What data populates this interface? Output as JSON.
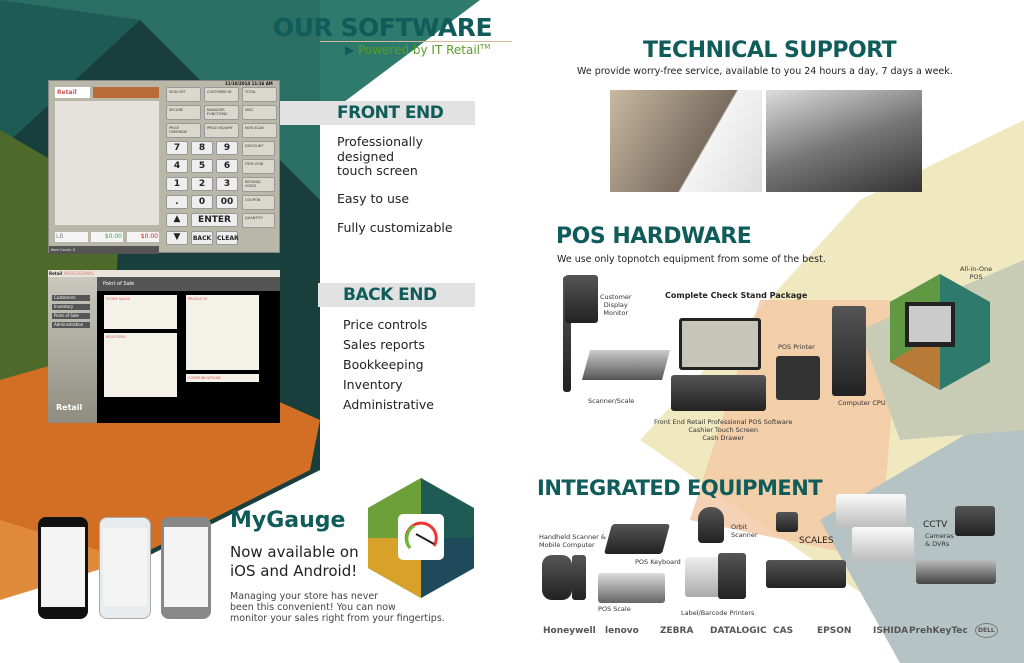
{
  "software": {
    "title": "OUR SOFTWARE",
    "powered_by": "Powered by IT Retail",
    "trademark": "TM"
  },
  "front_end": {
    "title": "FRONT END",
    "items": [
      "Professionally",
      "designed",
      "touch screen",
      "Easy to use",
      "Fully customizable"
    ]
  },
  "back_end": {
    "title": "BACK END",
    "items": [
      "Price controls",
      "Sales reports",
      "Bookkeeping",
      "Inventory",
      "Administrative"
    ]
  },
  "pos_screen": {
    "logo": "Retail",
    "keys": [
      "7",
      "8",
      "9",
      "4",
      "5",
      "6",
      "1",
      "2",
      "3",
      ".",
      "0",
      "00"
    ],
    "enter": "ENTER",
    "back": "BACK",
    "clear": "CLEAR",
    "unit": "LB",
    "savings": "$0.00",
    "total": "$0.00",
    "datetime": "11/10/2014 11:16 AM",
    "item_count": "Item Count: 0",
    "function_keys": [
      "SIGN OFF",
      "CUSTOMER ID",
      "TOTAL",
      "SECURE",
      "MANAGER FUNCTIONS",
      "MISC",
      "PRICE OVERRIDE",
      "PRICE INQUIRY",
      "NON SCAN",
      "DISCOUNT",
      "ITEM VOID",
      "REFUND/ VOIDS",
      "COUPON",
      "QUANTITY"
    ]
  },
  "back_office": {
    "brand": "Retail",
    "brand_suffix": "PROFESSIONAL",
    "header": "Point of Sale",
    "nav": [
      "Customers",
      "Inventory",
      "Point of Sale",
      "Administration"
    ],
    "panels": [
      "STORE SALES",
      "PRODUCTS",
      "REGISTERS",
      "COMMUNICATIONS"
    ]
  },
  "support": {
    "title": "TECHNICAL SUPPORT",
    "subtitle": "We provide worry-free service, available to you 24 hours a day, 7 days a week."
  },
  "hardware": {
    "title": "POS HARDWARE",
    "subtitle": "We use only topnotch equipment from some of the best.",
    "package_title": "Complete Check Stand Package",
    "labels": {
      "monitor": "Customer\nDisplay\nMonitor",
      "scanner": "Scanner/Scale",
      "package": "Front End Retail Professional POS Software\nCashier Touch Screen\nCash Drawer",
      "printer": "POS Printer",
      "cpu": "Computer CPU",
      "aio": "All-in-One\nPOS"
    }
  },
  "integrated": {
    "title": "INTEGRATED EQUIPMENT",
    "labels": {
      "handheld": "Handheld Scanner &\nMobile Computer",
      "keyboard": "POS Keyboard",
      "orbit": "Orbit\nScanner",
      "pos_scale": "POS Scale",
      "label_printers": "Label/Barcode Printers",
      "scales": "SCALES",
      "cctv": "CCTV",
      "cctv_sub": "Cameras\n& DVRs"
    },
    "brands": [
      "Honeywell",
      "lenovo",
      "ZEBRA",
      "DATALOGIC",
      "CAS",
      "EPSON",
      "ISHIDA",
      "PrehKeyTec",
      "DELL"
    ]
  },
  "mygauge": {
    "title": "MyGauge",
    "headline1": "Now available on",
    "headline2": "iOS and Android!",
    "body": [
      "Managing your store has never",
      "been this convenient! You can now",
      "monitor your sales right from your fingertips."
    ]
  },
  "colors": {
    "teal": "#0f5c5a",
    "green": "#5a9a2a",
    "orange": "#d9742a"
  }
}
